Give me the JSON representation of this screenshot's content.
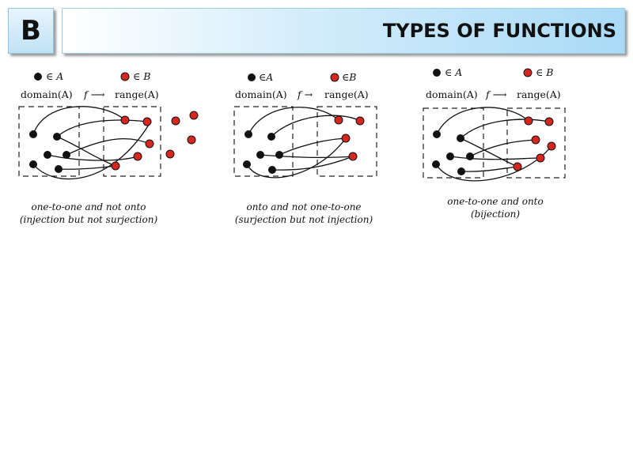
{
  "header": {
    "badge_letter": "B",
    "title": "TYPES OF FUNCTIONS"
  },
  "panels": [
    {
      "legend_a": "∈ A",
      "legend_b": "∈ B",
      "domain_label": "domain(A)",
      "map_label": "f ⟶",
      "range_label": "range(A)",
      "caption_line1": "one-to-one and not onto",
      "caption_line2": "(injection but not surjection)"
    },
    {
      "legend_a": "∈A",
      "legend_b": "∈B",
      "domain_label": "domain(A)",
      "map_label": "f →",
      "range_label": "range(A)",
      "caption_line1": "onto and not one-to-one",
      "caption_line2": "(surjection but not injection)"
    },
    {
      "legend_a": "∈ A",
      "legend_b": "∈ B",
      "domain_label": "domain(A)",
      "map_label": "f ⟶",
      "range_label": "range(A)",
      "caption_line1": "one-to-one and onto",
      "caption_line2": "(bijection)"
    }
  ],
  "colors": {
    "domain_dot": "#111111",
    "range_dot": "#d7261e",
    "badge_bg": "#bfe2f6",
    "title_bar_bg": "#a9daf6"
  }
}
